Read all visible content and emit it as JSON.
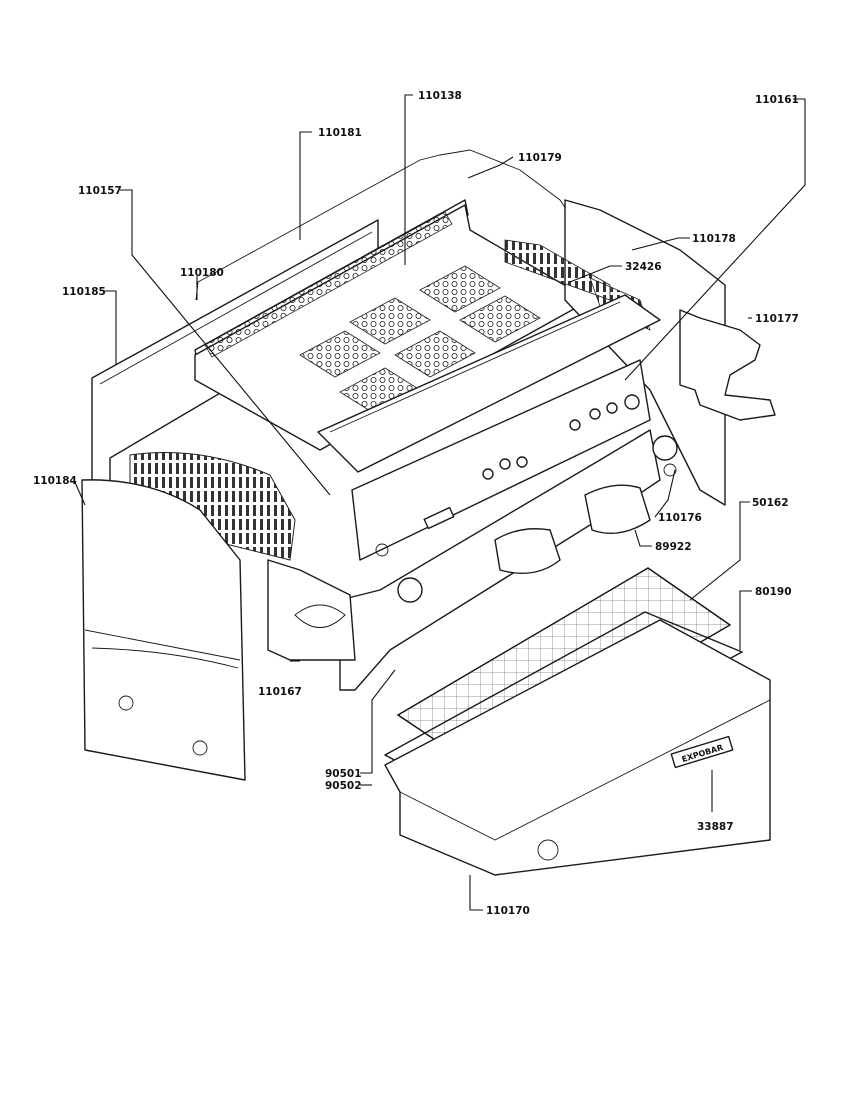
{
  "diagram": {
    "callouts": [
      {
        "id": "p110138",
        "label": "110138"
      },
      {
        "id": "p110181",
        "label": "110181"
      },
      {
        "id": "p110161",
        "label": "110161"
      },
      {
        "id": "p110179",
        "label": "110179"
      },
      {
        "id": "p110157",
        "label": "110157"
      },
      {
        "id": "p110178",
        "label": "110178"
      },
      {
        "id": "p110180",
        "label": "110180"
      },
      {
        "id": "p32426",
        "label": "32426"
      },
      {
        "id": "p110185",
        "label": "110185"
      },
      {
        "id": "p110177",
        "label": "110177"
      },
      {
        "id": "p110184",
        "label": "110184"
      },
      {
        "id": "p50162",
        "label": "50162"
      },
      {
        "id": "p110176",
        "label": "110176"
      },
      {
        "id": "p89922",
        "label": "89922"
      },
      {
        "id": "p80190",
        "label": "80190"
      },
      {
        "id": "p110167",
        "label": "110167"
      },
      {
        "id": "p90501",
        "label": "90501"
      },
      {
        "id": "p90502",
        "label": "90502"
      },
      {
        "id": "p33887",
        "label": "33887"
      },
      {
        "id": "p110170",
        "label": "110170"
      }
    ],
    "badge_text": "EXPOBAR"
  }
}
